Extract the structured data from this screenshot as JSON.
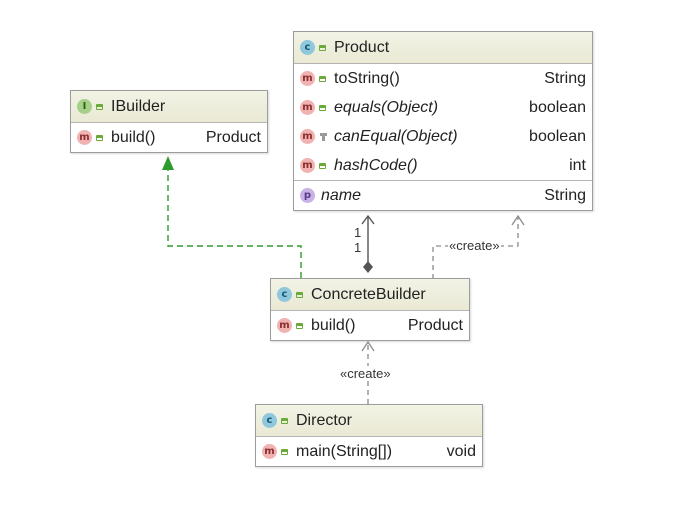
{
  "classes": {
    "product": {
      "title": "Product",
      "methods": [
        {
          "name": "toString()",
          "type": "String"
        },
        {
          "name": "equals(Object)",
          "type": "boolean"
        },
        {
          "name": "canEqual(Object)",
          "type": "boolean"
        },
        {
          "name": "hashCode()",
          "type": "int"
        }
      ],
      "fields": [
        {
          "name": "name",
          "type": "String"
        }
      ]
    },
    "ibuilder": {
      "title": "IBuilder",
      "methods": [
        {
          "name": "build()",
          "type": "Product"
        }
      ]
    },
    "concrete_builder": {
      "title": "ConcreteBuilder",
      "methods": [
        {
          "name": "build()",
          "type": "Product"
        }
      ]
    },
    "director": {
      "title": "Director",
      "methods": [
        {
          "name": "main(String[])",
          "type": "void"
        }
      ]
    }
  },
  "badges": {
    "class": "c",
    "interface": "I",
    "method": "m",
    "property": "p"
  },
  "relations": {
    "create_label": "«create»",
    "multiplicity_top": "1",
    "multiplicity_bottom": "1"
  },
  "colors": {
    "realization": "#2e9b2e",
    "association": "#555555",
    "dependency": "#8a8a8a",
    "header": "#eeeedd"
  }
}
